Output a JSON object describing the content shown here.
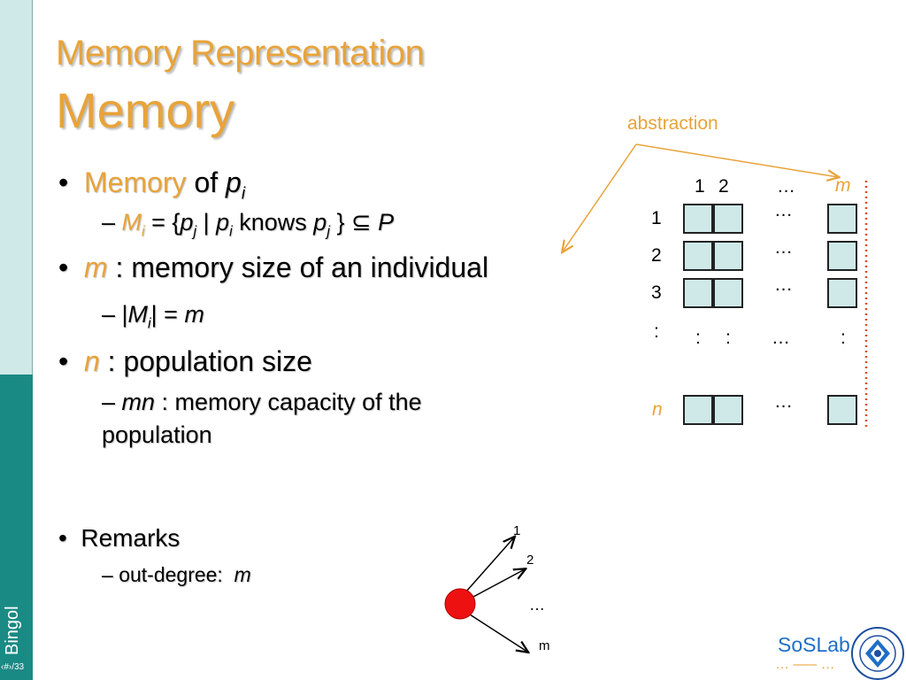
{
  "sidebar": {
    "name": "Bingol",
    "slide_number": "‹#›/33"
  },
  "title": {
    "line1": "Memory Representation",
    "line2": "Memory"
  },
  "bullets": {
    "b1": {
      "word1": "Memory",
      "word2": "of",
      "var": "p",
      "sub": "i"
    },
    "b1_sub": {
      "lhs": "M",
      "lhs_sub": "i",
      "eq": " = {",
      "p1": "p",
      "p1_sub": "j",
      "bar": " | ",
      "p2": "p",
      "p2_sub": "i",
      "knows": " knows ",
      "p3": "p",
      "p3_sub": "j",
      "end": " } ⊆ ",
      "P": "P"
    },
    "b2": {
      "var": "m",
      "text": " : memory size of an individual"
    },
    "b2_sub": {
      "open": "|",
      "M": "M",
      "M_sub": "i",
      "rest": "| = ",
      "m": "m"
    },
    "b3": {
      "var": "n",
      "text": " : population size"
    },
    "b3_sub": {
      "mn": "mn",
      "line1": " : memory capacity of the",
      "line2": "population"
    },
    "b4": {
      "text": "Remarks"
    },
    "b4_sub": {
      "label": "out-degree:",
      "m": "m"
    }
  },
  "matrix": {
    "abstraction_label": "abstraction",
    "col_headers": [
      "1",
      "2",
      "…",
      "m"
    ],
    "row_labels": [
      "1",
      "2",
      "3",
      ":",
      "n"
    ],
    "row_ellipsis": "…",
    "colon_row": [
      ":",
      ":",
      "…",
      ":"
    ]
  },
  "graph": {
    "labels": [
      "1",
      "2",
      "…",
      "m"
    ],
    "node_color": "#ee1111"
  },
  "footer": {
    "lab_name": "SoSLab",
    "lab_dots": "… ––– …"
  },
  "colors": {
    "accent": "#e8a33a",
    "sidebar_dark": "#1a8a84",
    "sidebar_light": "#cfe8e8",
    "cell_fill": "#cfe9e9"
  }
}
